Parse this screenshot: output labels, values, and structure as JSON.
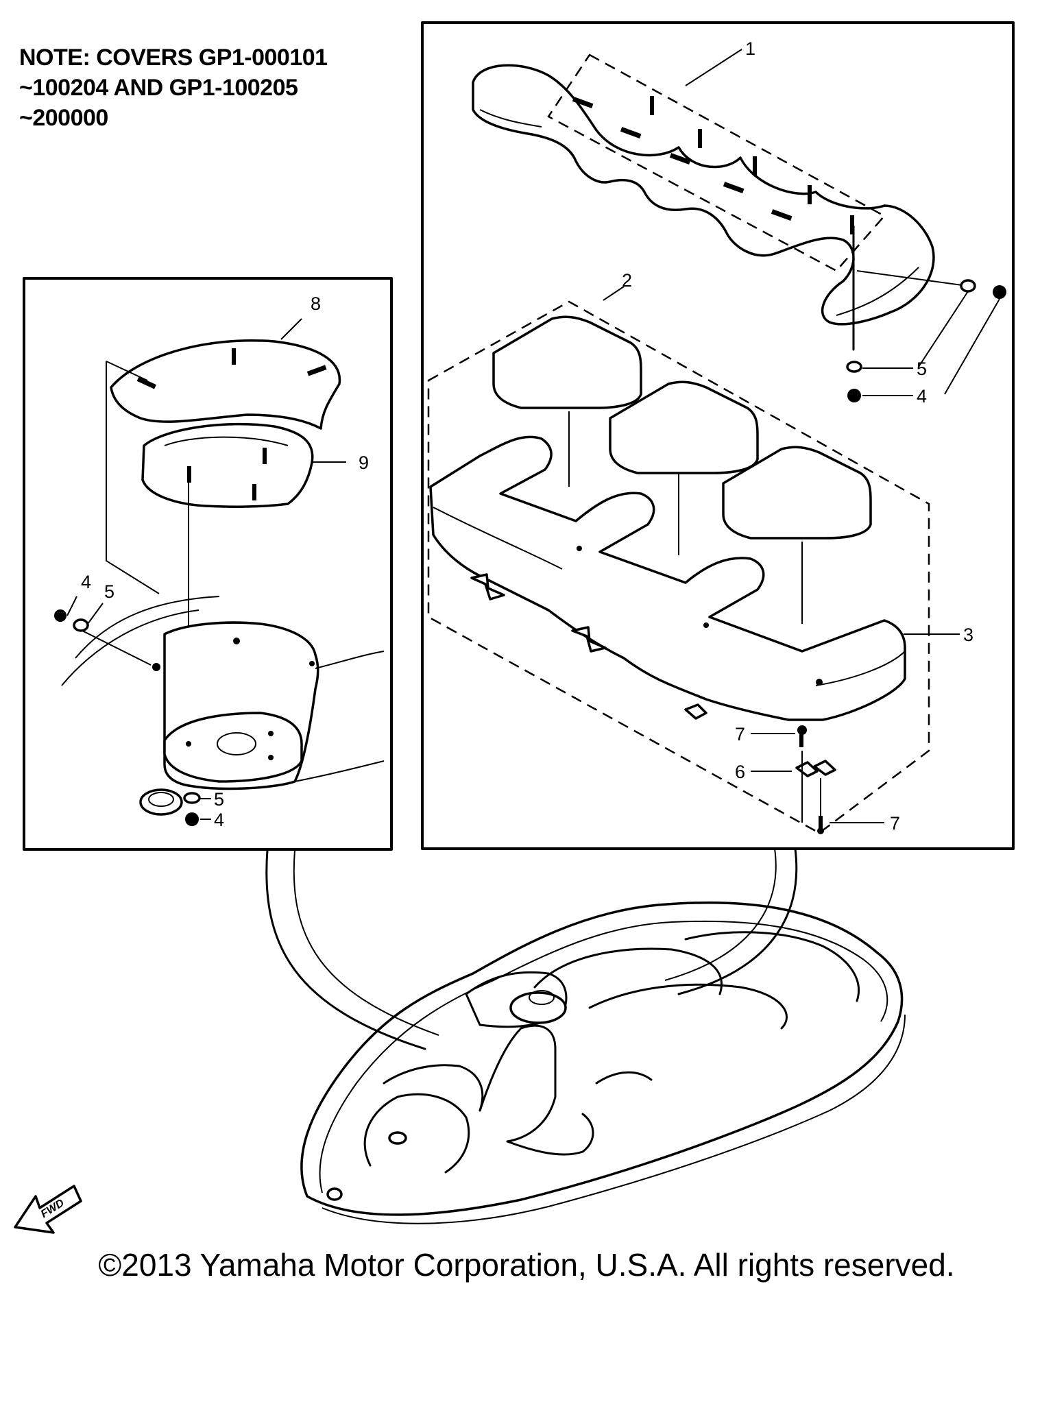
{
  "note": {
    "line1": "NOTE: COVERS GP1-000101",
    "line2": "~100204 AND GP1-100205",
    "line3": "~200000"
  },
  "callouts": {
    "c1": "1",
    "c2": "2",
    "c3": "3",
    "c4a": "4",
    "c5a": "5",
    "c6": "6",
    "c7a": "7",
    "c7b": "7",
    "c8": "8",
    "c9": "9",
    "c4b": "4",
    "c5b": "5",
    "c4c": "4",
    "c5c": "5"
  },
  "fwd_label": "FWD",
  "copyright": "©2013 Yamaha Motor Corporation, U.S.A. All rights reserved."
}
